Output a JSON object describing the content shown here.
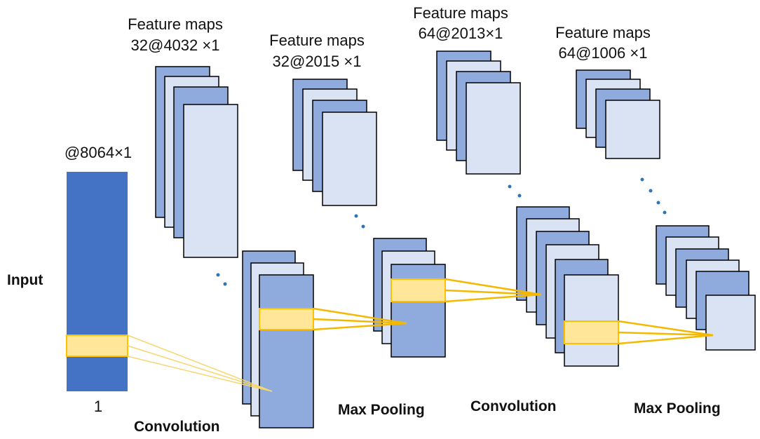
{
  "input": {
    "size_label": "@8064×1",
    "name_label": "Input",
    "width_label": "1"
  },
  "stages": [
    {
      "title": "Feature maps",
      "size": "32@4032 ×1",
      "operation": "Convolution"
    },
    {
      "title": "Feature maps",
      "size": "32@2015 ×1",
      "operation": "Max Pooling"
    },
    {
      "title": "Feature maps",
      "size": "64@2013×1",
      "operation": "Convolution"
    },
    {
      "title": "Feature maps",
      "size": "64@1006 ×1",
      "operation": "Max Pooling"
    }
  ],
  "colors": {
    "input_fill": "#4472c4",
    "map_dark": "#8faadc",
    "map_light": "#dae3f3",
    "map_stroke": "#000000",
    "highlight_fill": "#ffe699",
    "highlight_stroke": "#ffc000",
    "dots": "#2e75b6"
  }
}
